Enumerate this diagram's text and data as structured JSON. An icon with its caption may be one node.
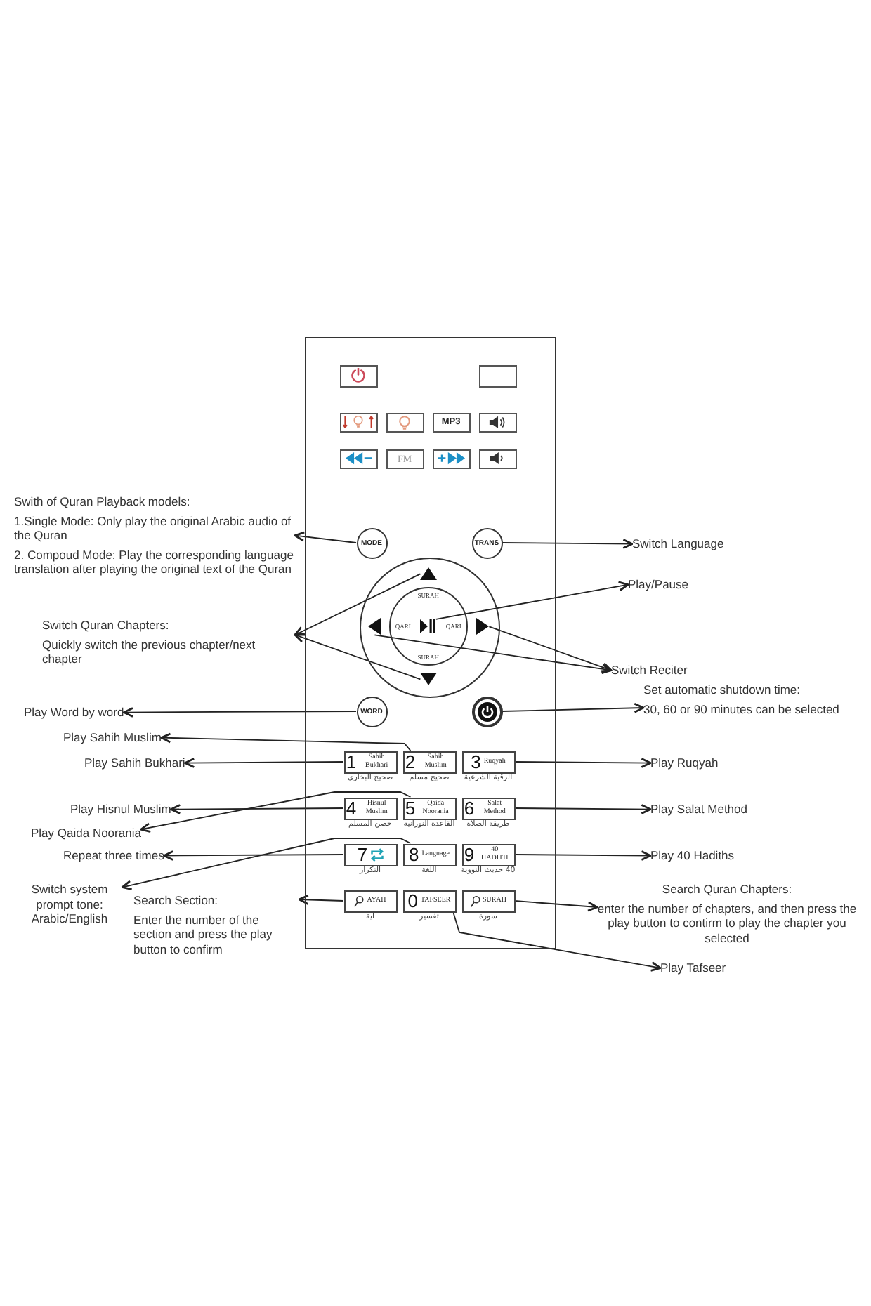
{
  "diagram": {
    "nodes": [
      {
        "text": [],
        "shape": "box"
      },
      {
        "text": [],
        "shape": "box",
        "in": 0
      },
      {
        "text": [],
        "shape": "box",
        "in": 0
      },
      {
        "text": [],
        "shape": "box",
        "in": 0
      },
      {
        "text": [],
        "shape": "box",
        "in": 0
      },
      {
        "text": [
          "MP3"
        ],
        "in": 0
      },
      {
        "text": [],
        "shape": "box",
        "in": 0
      },
      {
        "text": [],
        "shape": "box",
        "in": 0
      },
      {
        "text": [
          "FM"
        ],
        "in": 0
      },
      {
        "text": [],
        "shape": "box",
        "in": 0
      },
      {
        "text": [],
        "shape": "box",
        "in": 0
      },
      {
        "text": [
          "MODE"
        ],
        "in": 0
      },
      {
        "text": [
          "TRANS"
        ],
        "in": 0
      },
      {
        "text": [],
        "shape": "circle",
        "in": 0
      },
      {
        "text": [],
        "shape": "triangle",
        "in": 13
      },
      {
        "text": [],
        "shape": "triangle",
        "in": 13
      },
      {
        "text": [
          "SURAH",
          "QARI",
          "QARI",
          "SURAH"
        ],
        "in": 13
      },
      {
        "text": [],
        "shape": "picture",
        "in": 16
      },
      {
        "text": [],
        "shape": "triangle",
        "in": 13
      },
      {
        "text": [],
        "shape": "triangle",
        "in": 13
      },
      {
        "text": [
          "WORD"
        ],
        "in": 0
      },
      {
        "text": [],
        "shape": "circle",
        "in": 0
      },
      {
        "text": [
          "1",
          "Sahih Bukhari"
        ],
        "beside": [
          "صحيح البخاري"
        ],
        "in": 0
      },
      {
        "text": [
          "2",
          "Sahih Muslim"
        ],
        "beside": [
          "صحيح مسلم"
        ],
        "in": 0
      },
      {
        "text": [
          "3",
          "Ruqyah"
        ],
        "beside": [
          "الرقية الشرعية"
        ],
        "in": 0
      },
      {
        "text": [
          "4",
          "Hisnul Muslim"
        ],
        "beside": [
          "حصن المسلم"
        ],
        "in": 0
      },
      {
        "text": [
          "5",
          "Qaida Noorania"
        ],
        "beside": [
          "القاعدة النورانية"
        ],
        "in": 0
      },
      {
        "text": [
          "6",
          "Salat Method"
        ],
        "beside": [
          "طريقة الصلاة"
        ],
        "in": 0
      },
      {
        "text": [
          "7"
        ],
        "beside": [
          "التكرار"
        ],
        "in": 0
      },
      {
        "text": [
          "8",
          "Language"
        ],
        "beside": [
          "اللغة"
        ],
        "in": 0
      },
      {
        "text": [
          "9",
          "40 HADITH"
        ],
        "beside": [
          "40 حديث النووية"
        ],
        "in": 0
      },
      {
        "text": [
          "AYAH"
        ],
        "beside": [
          "آية"
        ],
        "in": 0
      },
      {
        "text": [
          "0",
          "TAFSEER"
        ],
        "beside": [
          "تفسير"
        ],
        "in": 0
      },
      {
        "text": [
          "SURAH"
        ],
        "beside": [
          "سورة"
        ],
        "in": 0
      },
      {
        "text": [
          "Swith of Quran Playback models:",
          "1.Single Mode: Only play the original Arabic audio of the Quran",
          "2. Compoud Mode: Play the corresponding language translation after playing the original text of the Quran"
        ]
      },
      {
        "text": [
          "Switch Language"
        ]
      },
      {
        "text": [
          "Play/Pause"
        ]
      },
      {
        "text": [
          "Switch Quran Chapters:",
          "Quickly switch the previous chapter/next chapter"
        ]
      },
      {
        "text": [
          "Switch Reciter"
        ]
      },
      {
        "text": [
          "Play Word by word"
        ]
      },
      {
        "text": [
          "Set automatic shutdown time:",
          "30, 60 or 90 minutes can be selected"
        ]
      },
      {
        "text": [
          "Play Sahih Muslim"
        ]
      },
      {
        "text": [
          "Play Sahih Bukhari"
        ]
      },
      {
        "text": [
          "Play Ruqyah"
        ]
      },
      {
        "text": [
          "Play Hisnul Muslim"
        ]
      },
      {
        "text": [
          "Play Salat Method"
        ]
      },
      {
        "text": [
          "Play Qaida Noorania"
        ]
      },
      {
        "text": [
          "Play 40 Hadiths"
        ]
      },
      {
        "text": [
          "Repeat three times"
        ]
      },
      {
        "text": [
          "Switch system prompt tone: Arabic/English"
        ]
      },
      {
        "text": [
          "Search Section:",
          "Enter the number of the section and press the play button to confirm"
        ]
      },
      {
        "text": [
          "Search Quran Chapters:",
          "enter the number of chapters, and then press the play button to contirm to play the chapter you selected"
        ]
      },
      {
        "text": [
          "Play Tafseer"
        ]
      }
    ],
    "edges": [
      {
        "from": 11,
        "to": 34,
        "arrow": "to"
      },
      {
        "from": 12,
        "to": 35,
        "arrow": "to"
      },
      {
        "from": 17,
        "to": 36,
        "arrow": "to"
      },
      {
        "from": 14,
        "to": 37,
        "arrow": "to"
      },
      {
        "from": 19,
        "to": 37,
        "arrow": "to"
      },
      {
        "from": 15,
        "to": 38,
        "arrow": "to"
      },
      {
        "from": 18,
        "to": 38,
        "arrow": "to"
      },
      {
        "from": 20,
        "to": 39,
        "arrow": "to"
      },
      {
        "from": 21,
        "to": 40,
        "arrow": "to"
      },
      {
        "from": 23,
        "to": 41,
        "arrow": "to"
      },
      {
        "from": 22,
        "to": 42,
        "arrow": "to"
      },
      {
        "from": 24,
        "to": 43,
        "arrow": "to"
      },
      {
        "from": 25,
        "to": 44,
        "arrow": "to"
      },
      {
        "from": 27,
        "to": 45,
        "arrow": "to"
      },
      {
        "from": 26,
        "to": 46,
        "arrow": "to"
      },
      {
        "from": 30,
        "to": 47,
        "arrow": "to"
      },
      {
        "from": 28,
        "to": 48,
        "arrow": "to"
      },
      {
        "from": 29,
        "to": 49,
        "arrow": "to"
      },
      {
        "from": 31,
        "to": 50,
        "arrow": "to"
      },
      {
        "from": 33,
        "to": 51,
        "arrow": "to"
      },
      {
        "from": 32,
        "to": 52,
        "arrow": "to"
      }
    ]
  }
}
